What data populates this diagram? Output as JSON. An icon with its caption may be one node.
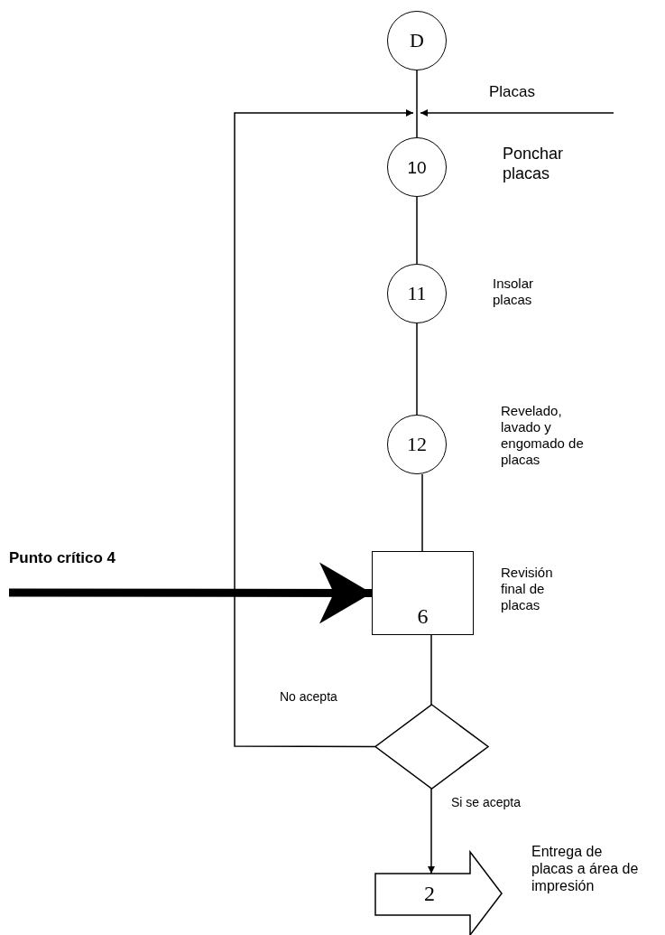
{
  "diagram": {
    "nodes": [
      {
        "text": [
          "D"
        ]
      },
      {
        "text": [
          "10"
        ],
        "beside": [
          "Ponchar placas"
        ]
      },
      {
        "text": [
          "11"
        ],
        "beside": [
          "Insolar placas"
        ]
      },
      {
        "text": [
          "12"
        ],
        "beside": [
          "Revelado, lavado y engomado de placas"
        ]
      },
      {
        "text": [
          "6"
        ],
        "beside": [
          "Revisión final de placas"
        ]
      },
      {
        "text": [],
        "shape": "diamond"
      },
      {
        "text": [
          "2"
        ],
        "beside": [
          "Entrega de placas a área de impresión"
        ]
      }
    ],
    "edges": [
      {
        "from": 0,
        "to": 1,
        "arrow": "none"
      },
      {
        "from": null,
        "to": 1,
        "arrow": "to",
        "label": "Placas"
      },
      {
        "from": 1,
        "to": 2,
        "arrow": "none"
      },
      {
        "from": 2,
        "to": 3,
        "arrow": "none"
      },
      {
        "from": 3,
        "to": 4,
        "arrow": "none"
      },
      {
        "from": 4,
        "to": 5,
        "arrow": "none"
      },
      {
        "from": 5,
        "to": 1,
        "arrow": "to",
        "label": "No acepta"
      },
      {
        "from": 5,
        "to": 6,
        "arrow": "to",
        "label": "Si se acepta"
      },
      {
        "from": null,
        "to": 4,
        "arrow": "to",
        "label": "Punto crítico 4",
        "style": "thick"
      }
    ]
  }
}
